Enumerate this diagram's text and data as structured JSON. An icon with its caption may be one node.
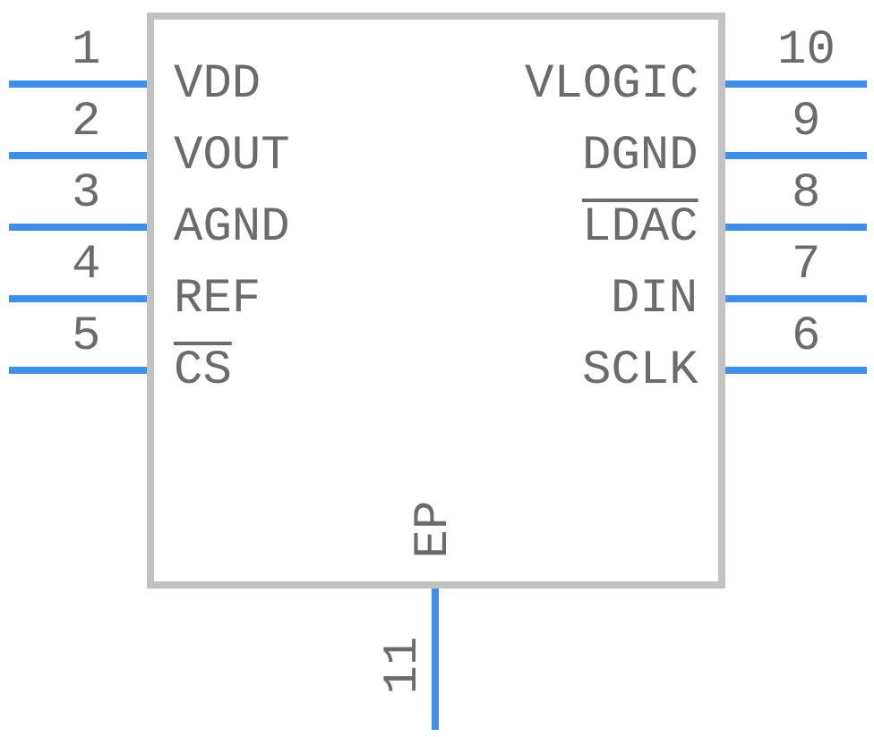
{
  "diagram": {
    "labels": [
      "1",
      "VDD",
      "VLOGIC",
      "10",
      "2",
      "VOUT",
      "DGND",
      "9",
      "3",
      "AGND",
      "LDAC",
      "8",
      "4",
      "REF",
      "DIN",
      "7",
      "5",
      "CS",
      "SCLK",
      "6",
      "EP",
      "11"
    ]
  }
}
